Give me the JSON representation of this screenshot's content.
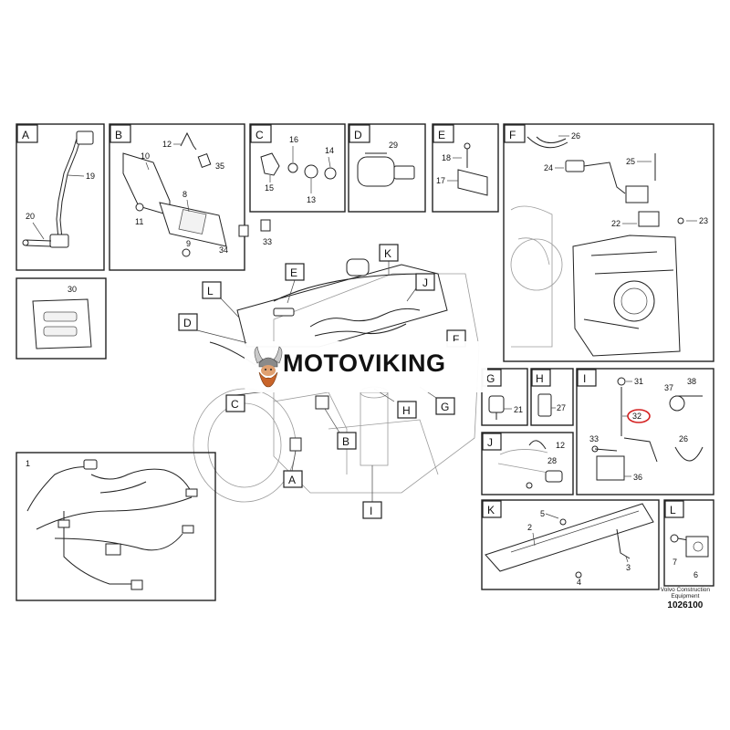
{
  "panels": [
    {
      "id": "A",
      "letter": "A",
      "parts": [
        "19",
        "20"
      ]
    },
    {
      "id": "B",
      "letter": "B",
      "parts": [
        "12",
        "35",
        "10",
        "8",
        "11",
        "9",
        "34",
        "33"
      ]
    },
    {
      "id": "C",
      "letter": "C",
      "parts": [
        "16",
        "14",
        "15",
        "13"
      ]
    },
    {
      "id": "D",
      "letter": "D",
      "parts": [
        "29"
      ]
    },
    {
      "id": "E",
      "letter": "E",
      "parts": [
        "18",
        "17"
      ]
    },
    {
      "id": "F",
      "letter": "F",
      "parts": [
        "26",
        "24",
        "25",
        "22",
        "23"
      ]
    },
    {
      "id": "30",
      "letter": "",
      "parts": [
        "30"
      ]
    },
    {
      "id": "G",
      "letter": "G",
      "parts": [
        "21"
      ]
    },
    {
      "id": "H",
      "letter": "H",
      "parts": [
        "27"
      ]
    },
    {
      "id": "I",
      "letter": "I",
      "parts": [
        "31",
        "37",
        "38",
        "32",
        "33",
        "26",
        "36"
      ]
    },
    {
      "id": "J",
      "letter": "J",
      "parts": [
        "12",
        "28"
      ]
    },
    {
      "id": "1",
      "letter": "",
      "parts": [
        "1"
      ]
    },
    {
      "id": "K",
      "letter": "K",
      "parts": [
        "5",
        "2",
        "4",
        "3"
      ]
    },
    {
      "id": "L",
      "letter": "L",
      "parts": [
        "7",
        "6"
      ]
    }
  ],
  "engine_callouts": [
    "K",
    "E",
    "J",
    "L",
    "D",
    "F",
    "C",
    "H",
    "G",
    "B",
    "A",
    "I"
  ],
  "highlight_part": "32",
  "watermark": "MOTOVIKING",
  "credit": {
    "line1": "Volvo Construction",
    "line2": "Equipment",
    "code": "1026100"
  }
}
